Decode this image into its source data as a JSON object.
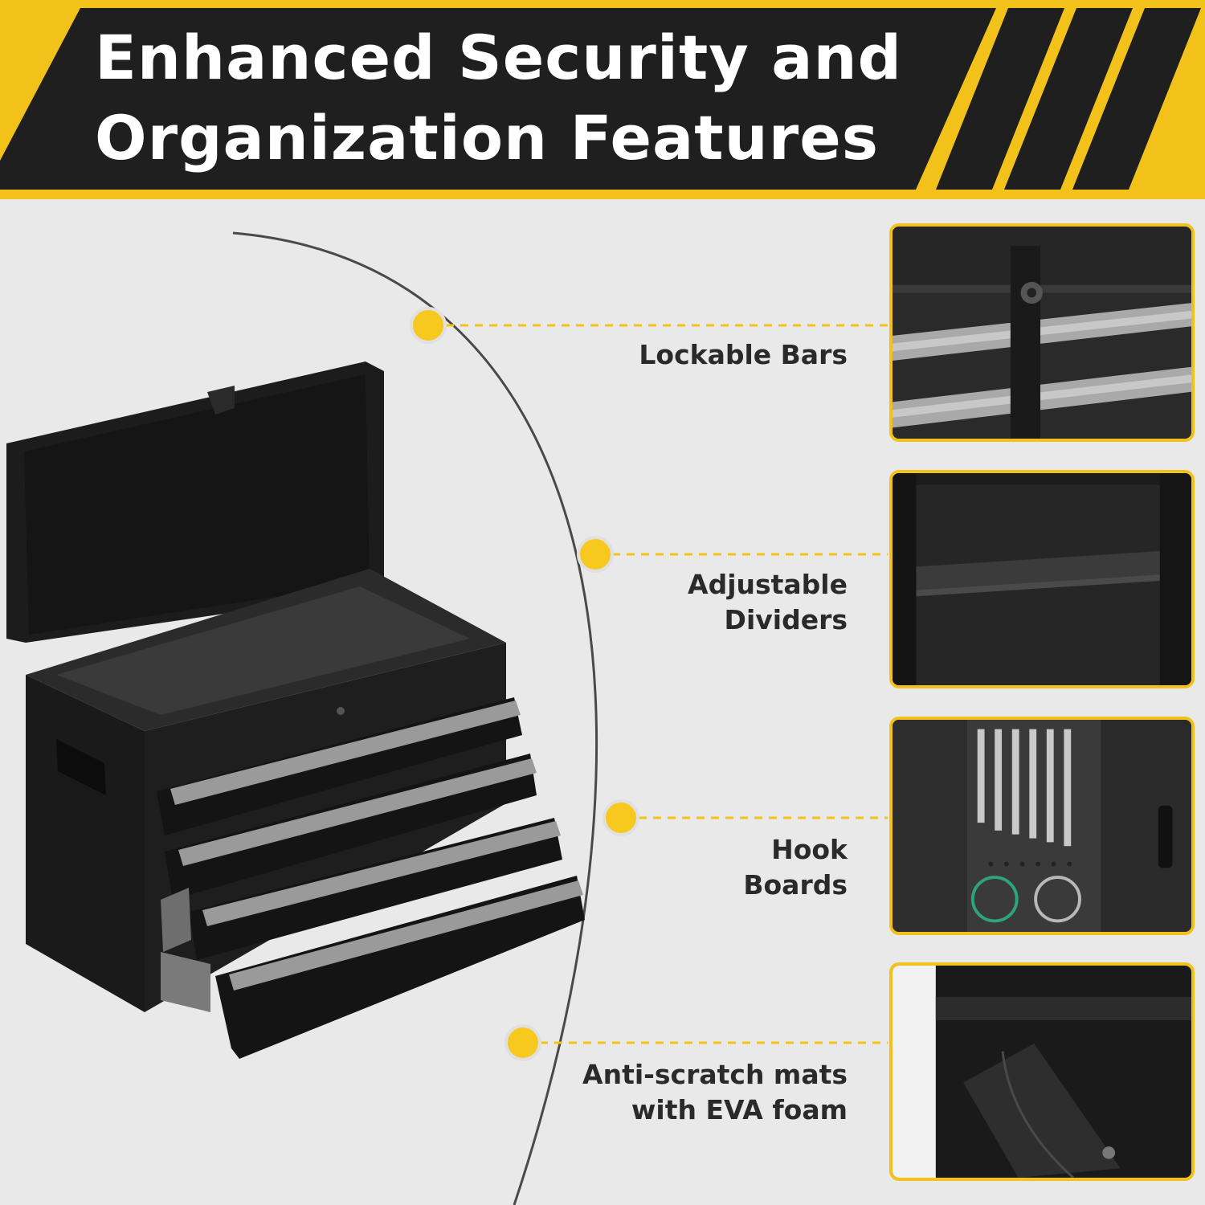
{
  "header": {
    "title_line1": "Enhanced Security and",
    "title_line2": "Organization Features"
  },
  "features": [
    {
      "label_lines": [
        "Lockable Bars"
      ],
      "icon": "lock-bar-icon"
    },
    {
      "label_lines": [
        "Adjustable",
        "Dividers"
      ],
      "icon": "divider-icon"
    },
    {
      "label_lines": [
        "Hook",
        "Boards"
      ],
      "icon": "hook-board-icon"
    },
    {
      "label_lines": [
        "Anti-scratch mats",
        "with EVA foam"
      ],
      "icon": "mat-icon"
    }
  ],
  "colors": {
    "accent_yellow": "#f2c21a",
    "banner_black": "#1f1f1f",
    "background": "#e9e9e9",
    "label_text": "#2a2a2a"
  }
}
